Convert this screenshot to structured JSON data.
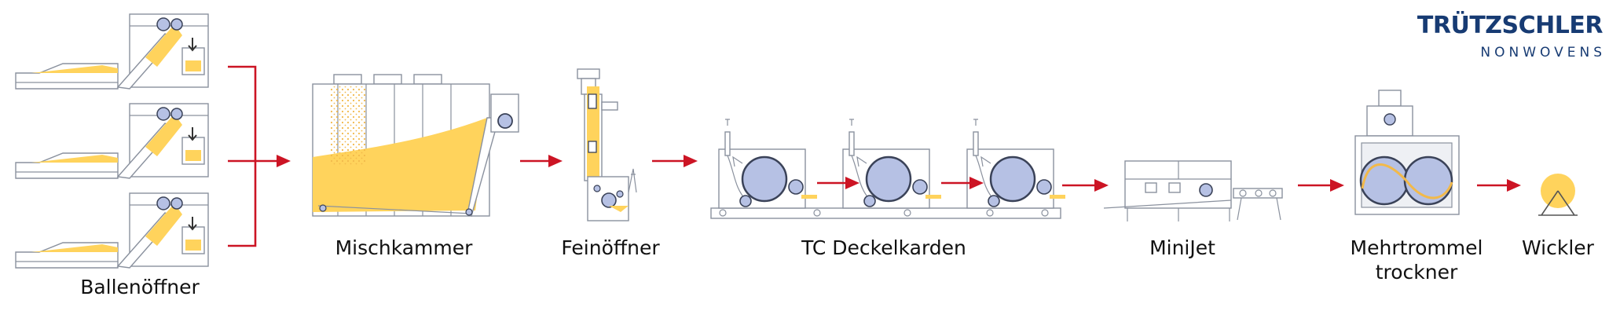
{
  "brand": {
    "name": "TRÜTZSCHLER",
    "division": "NONWOVENS",
    "color": "#173b73"
  },
  "flow_color": "#cc1424",
  "fiber_color": "#ffd35c",
  "drum_color": "#b6c1e4",
  "stations": [
    {
      "id": "ballenoeffner",
      "lines": [
        "Ballenöffner"
      ]
    },
    {
      "id": "mischkammer",
      "lines": [
        "Mischkammer"
      ]
    },
    {
      "id": "feinoeffner",
      "lines": [
        "Feinöffner"
      ]
    },
    {
      "id": "tc-deckelkarden",
      "lines": [
        "TC Deckelkarden"
      ]
    },
    {
      "id": "minijet",
      "lines": [
        "MiniJet"
      ]
    },
    {
      "id": "mehrtrommeltrockner",
      "lines": [
        "Mehrtrommel",
        "trockner"
      ]
    },
    {
      "id": "wickler",
      "lines": [
        "Wickler"
      ]
    }
  ]
}
